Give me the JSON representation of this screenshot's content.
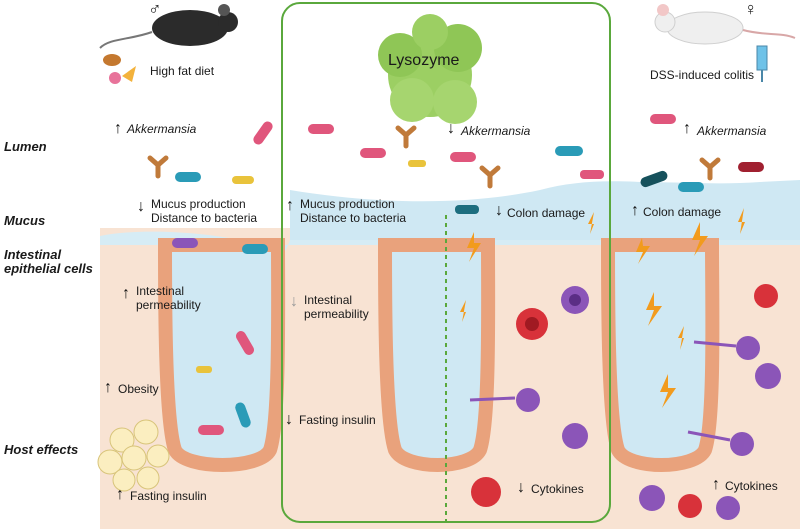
{
  "row_labels": {
    "lumen": "Lumen",
    "mucus": "Mucus",
    "epithelial": "Intestinal epithelial cells",
    "host": "Host effects"
  },
  "left_panel": {
    "condition": "High fat diet",
    "akkermansia": "Akkermansia",
    "mucus_production": "Mucus production",
    "distance": "Distance to bacteria",
    "permeability": "Intestinal permeability",
    "obesity": "Obesity",
    "fasting_insulin": "Fasting insulin"
  },
  "middle_panel": {
    "treatment": "Lysozyme",
    "akkermansia": "Akkermansia",
    "mucus_production": "Mucus production",
    "distance": "Distance to bacteria",
    "permeability": "Intestinal permeability",
    "fasting_insulin": "Fasting insulin",
    "colon_damage": "Colon damage",
    "cytokines": "Cytokines"
  },
  "right_panel": {
    "condition": "DSS-induced colitis",
    "akkermansia": "Akkermansia",
    "colon_damage": "Colon damage",
    "cytokines": "Cytokines"
  },
  "symbols": {
    "male": "♂",
    "female": "♀",
    "up": "↑",
    "down": "↓"
  },
  "colors": {
    "panel_border": "#5aa83c",
    "lysozyme": "#9ccf63",
    "mucus": "#cfe8f3",
    "tissue": "#f6d9c4",
    "lightning": "#f29b1d",
    "immune_cell": "#8b55b8",
    "red_cell": "#d8323a"
  }
}
